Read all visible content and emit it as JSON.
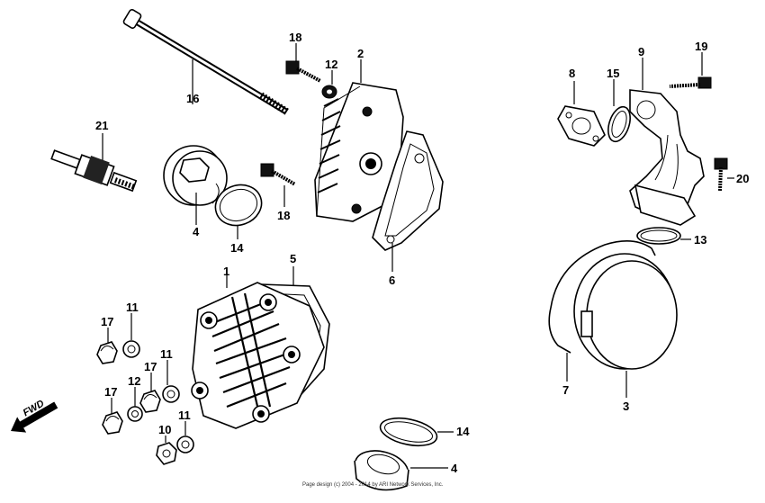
{
  "callouts": {
    "c1": "1",
    "c2": "2",
    "c3": "3",
    "c4a": "4",
    "c4b": "4",
    "c5": "5",
    "c6": "6",
    "c7": "7",
    "c8": "8",
    "c9": "9",
    "c10": "10",
    "c11a": "11",
    "c11b": "11",
    "c11c": "11",
    "c12a": "12",
    "c12b": "12",
    "c13": "13",
    "c14a": "14",
    "c14b": "14",
    "c15": "15",
    "c16": "16",
    "c17a": "17",
    "c17b": "17",
    "c17c": "17",
    "c18a": "18",
    "c18b": "18",
    "c19": "19",
    "c20": "20",
    "c21": "21"
  },
  "fwd_label": "FWD",
  "footer": "Page design (c) 2004 - 2014 by ARI Network Services, Inc."
}
